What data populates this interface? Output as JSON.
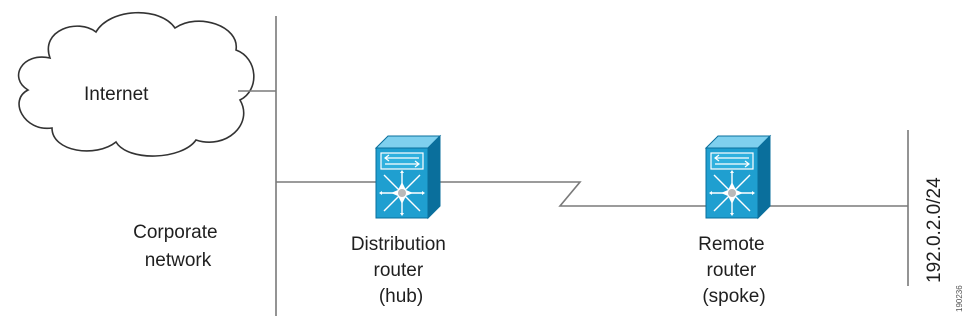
{
  "diagram": {
    "internet_label": "Internet",
    "corporate_label": [
      "Corporate",
      "network"
    ],
    "distribution_label": [
      "Distribution",
      "router",
      "(hub)"
    ],
    "remote_label": [
      "Remote",
      "router",
      "(spoke)"
    ],
    "subnet_label": "192.0.2.0/24",
    "figure_id": "190236",
    "colors": {
      "router_fill": "#1f9fd0",
      "router_dark": "#0a6f9c",
      "line": "#7a7a7a",
      "cloud_stroke": "#333333"
    },
    "icons": {
      "cloud": "internet-cloud-icon",
      "router": "nexus-switch-router-icon"
    }
  }
}
